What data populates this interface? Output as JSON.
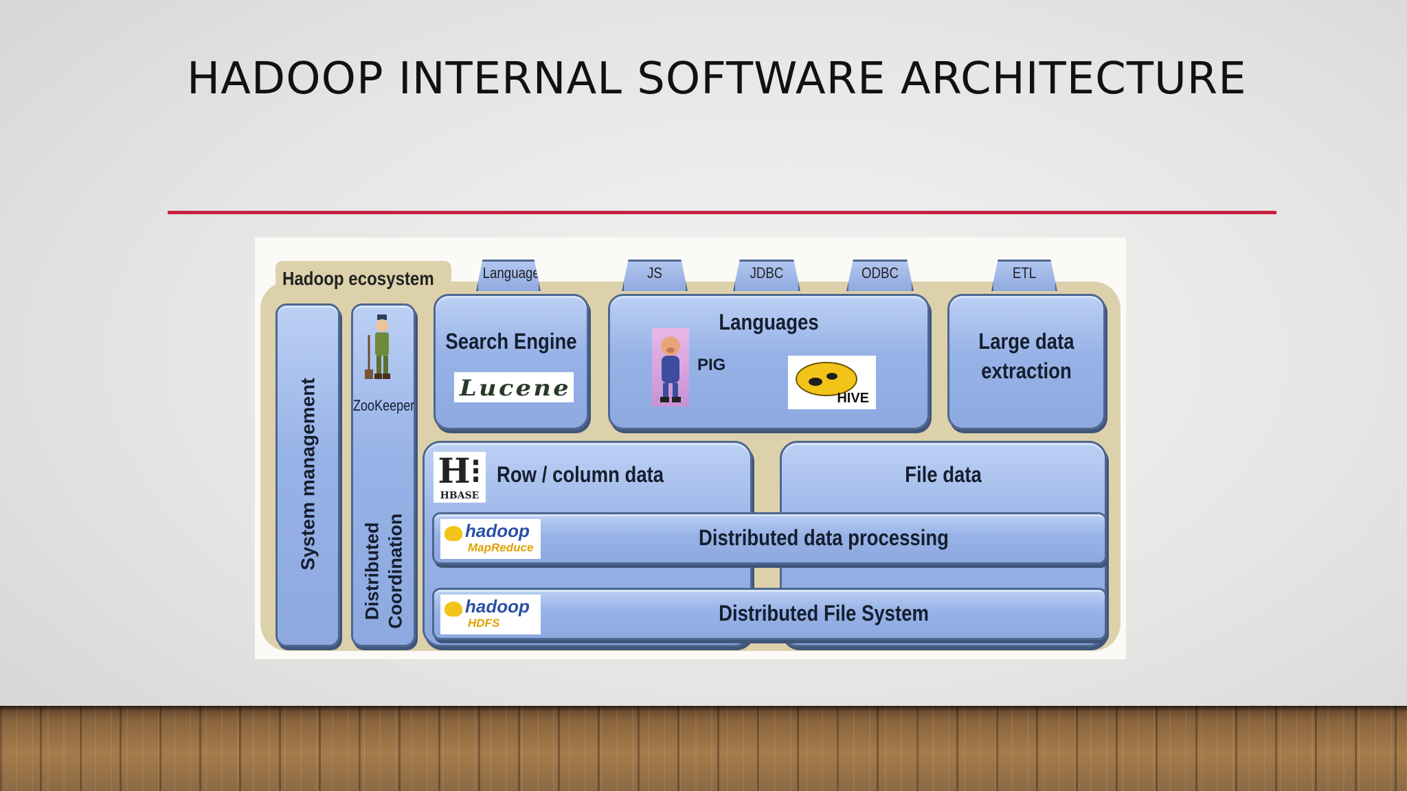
{
  "slide": {
    "title": "HADOOP INTERNAL SOFTWARE ARCHITECTURE",
    "rule_color": "#c8213f"
  },
  "diagram": {
    "ecosystem_label": "Hadoop ecosystem",
    "tabs": [
      "Language",
      "JS",
      "JDBC",
      "ODBC",
      "ETL"
    ],
    "system_management": "System management",
    "coordination": {
      "mascot": "ZooKeeper",
      "line1": "Distributed",
      "line2": "Coordination"
    },
    "search_engine": {
      "label": "Search Engine",
      "logo": "Lucene"
    },
    "languages": {
      "label": "Languages",
      "pig": "PIG",
      "hive": "HIVE"
    },
    "large_data": {
      "line1": "Large data",
      "line2": "extraction"
    },
    "row_column": {
      "label": "Row / column  data",
      "logo": "HBASE"
    },
    "file_data": {
      "label": "File data"
    },
    "processing": {
      "label": "Distributed data processing",
      "logo_top": "hadoop",
      "logo_bottom": "MapReduce"
    },
    "filesystem": {
      "label": "Distributed File System",
      "logo_top": "hadoop",
      "logo_bottom": "HDFS"
    },
    "colors": {
      "box": "#97b2e7",
      "border": "#4d6790",
      "panel": "#ddd1ac"
    }
  }
}
